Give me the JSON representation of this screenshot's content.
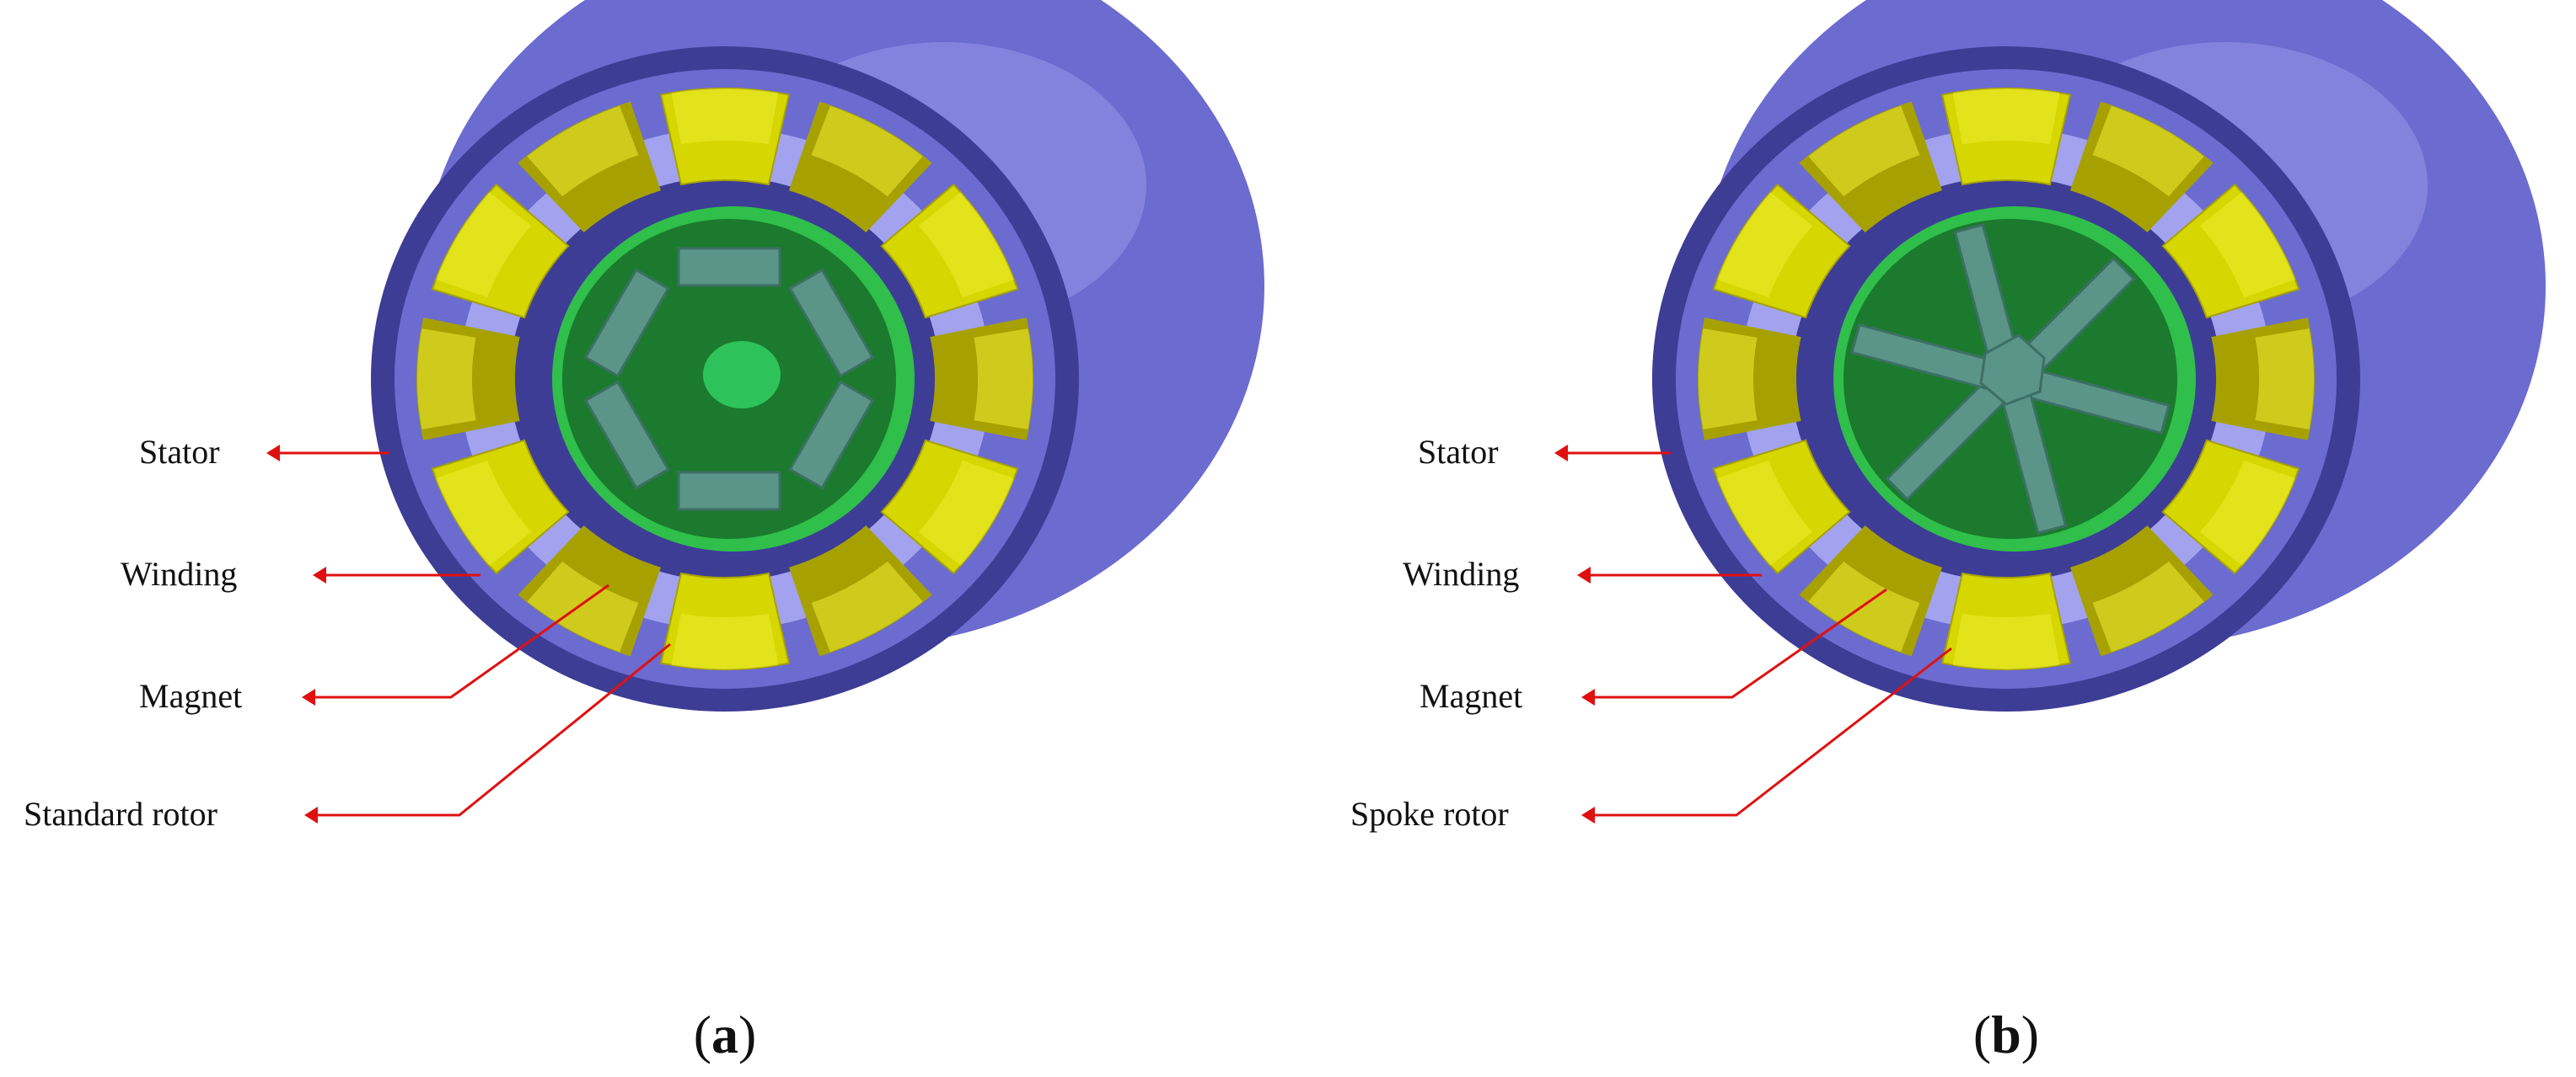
{
  "panels": [
    {
      "id": "a",
      "rotor_type": "standard",
      "labels": {
        "stator": "Stator",
        "winding": "Winding",
        "magnet": "Magnet",
        "rotor": "Standard rotor"
      },
      "caption": {
        "open": "(",
        "letter": "a",
        "close": ")"
      }
    },
    {
      "id": "b",
      "rotor_type": "spoke",
      "labels": {
        "stator": "Stator",
        "winding": "Winding",
        "magnet": "Magnet",
        "rotor": "Spoke rotor"
      },
      "caption": {
        "open": "(",
        "letter": "b",
        "close": ")"
      }
    }
  ],
  "colors": {
    "stator": "#6b6bd0",
    "stator_dark": "#3d3d96",
    "stator_light": "#a2a2ef",
    "winding": "#d6d600",
    "winding_dark": "#a6a100",
    "winding_light": "#eeee33",
    "rotor": "#1b7a2d",
    "rotor_rim": "#2fbf4a",
    "magnet": "#5a9588",
    "magnet_edge": "#3d6f64",
    "shaft": "#2dc35a",
    "arrow": "#e01010"
  }
}
